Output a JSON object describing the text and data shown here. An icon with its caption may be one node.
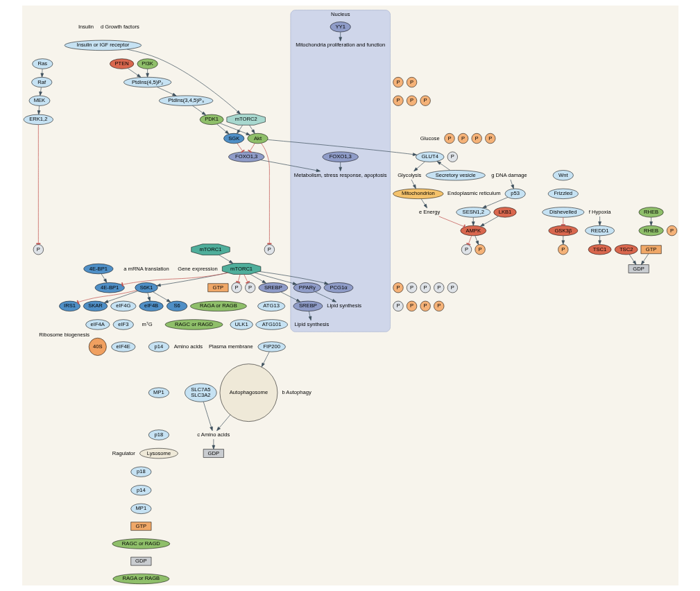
{
  "diagram": {
    "nodes": [
      {
        "text": [
          "Insulin or IGF receptor"
        ]
      },
      {
        "text": [
          "Ras"
        ]
      },
      {
        "text": [
          "Raf"
        ]
      },
      {
        "text": [
          "MEK"
        ]
      },
      {
        "text": [
          "ERK1,2"
        ]
      },
      {
        "text": [
          "IRS1"
        ]
      },
      {
        "text": [
          "P"
        ]
      },
      {
        "text": [
          "PI3K"
        ]
      },
      {
        "text": [
          "PtdIns(4,5)P₂"
        ]
      },
      {
        "text": [
          "P"
        ]
      },
      {
        "text": [
          "P"
        ]
      },
      {
        "text": [
          "PtdIns(3,4,5)P₃"
        ]
      },
      {
        "text": [
          "P"
        ]
      },
      {
        "text": [
          "P"
        ]
      },
      {
        "text": [
          "P"
        ]
      },
      {
        "text": [
          "PTEN"
        ]
      },
      {
        "text": [
          "mTORC2"
        ]
      },
      {
        "text": [
          "PDK1"
        ]
      },
      {
        "text": [
          "Akt"
        ]
      },
      {
        "text": [
          "P"
        ]
      },
      {
        "text": [
          "P"
        ]
      },
      {
        "text": [
          "SGK"
        ]
      },
      {
        "text": [
          "P"
        ]
      },
      {
        "text": [
          "P"
        ]
      },
      {
        "text": [
          "Wnt"
        ]
      },
      {
        "text": [
          "Frizzled"
        ]
      },
      {
        "text": [
          "Dishevelled"
        ]
      },
      {
        "text": [
          "GSK3β"
        ]
      },
      {
        "text": [
          "SLC7A5",
          "SLC3A2"
        ]
      },
      {
        "text": [
          "f Hypoxia"
        ]
      },
      {
        "text": [
          "REDD1"
        ]
      },
      {
        "text": [
          "TSC1"
        ]
      },
      {
        "text": [
          "TSC2"
        ]
      },
      {
        "text": [
          "P"
        ]
      },
      {
        "text": [
          "P"
        ]
      },
      {
        "text": [
          "P"
        ]
      },
      {
        "text": [
          "P"
        ]
      },
      {
        "text": [
          "mTORC1"
        ]
      },
      {
        "text": [
          "P"
        ]
      },
      {
        "text": [
          "mTORC1"
        ]
      },
      {
        "text": [
          "GTP"
        ]
      },
      {
        "text": [
          "RAGA or RAGB"
        ]
      },
      {
        "text": [
          "GDP"
        ]
      },
      {
        "text": [
          "RAGC or RAGD"
        ]
      },
      {
        "text": [
          "p14"
        ]
      },
      {
        "text": [
          "MP1"
        ]
      },
      {
        "text": [
          "p18"
        ]
      },
      {
        "text": [
          "RHEB"
        ]
      },
      {
        "text": [
          "GTP"
        ]
      },
      {
        "text": [
          "RHEB"
        ]
      },
      {
        "text": [
          "GDP"
        ]
      },
      {
        "text": [
          "Lysosome"
        ]
      },
      {
        "text": [
          "p18"
        ]
      },
      {
        "text": [
          "p14"
        ]
      },
      {
        "text": [
          "MP1"
        ]
      },
      {
        "text": [
          "GTP"
        ]
      },
      {
        "text": [
          "RAGC or RAGD"
        ]
      },
      {
        "text": [
          "GDP"
        ]
      },
      {
        "text": [
          "RAGA or RAGB"
        ]
      },
      {
        "text": [
          "LKB1"
        ]
      },
      {
        "text": [
          "AMPK"
        ]
      },
      {
        "text": [
          "P"
        ]
      },
      {
        "text": [
          "e Energy"
        ]
      },
      {
        "text": [
          "Mitochondrion"
        ]
      },
      {
        "text": [
          "GLUT4"
        ]
      },
      {
        "text": [
          "Secretory vesicle"
        ]
      },
      {
        "text": [
          "Glycolysis"
        ]
      },
      {
        "text": [
          "FOXO1,3"
        ]
      },
      {
        "text": [
          "P"
        ]
      },
      {
        "text": [
          "P"
        ]
      },
      {
        "text": [
          "P"
        ]
      },
      {
        "text": [
          "ATG13"
        ]
      },
      {
        "text": [
          "ULK1"
        ]
      },
      {
        "text": [
          "ATG101"
        ]
      },
      {
        "text": [
          "FIP200"
        ]
      },
      {
        "text": [
          "Autophagosome"
        ]
      },
      {
        "text": [
          "c Amino acids"
        ]
      },
      {
        "text": [
          "S6K1"
        ]
      },
      {
        "text": [
          "P"
        ]
      },
      {
        "text": [
          "SKAR"
        ]
      },
      {
        "text": [
          "P"
        ]
      },
      {
        "text": [
          "P"
        ]
      },
      {
        "text": [
          "P"
        ]
      },
      {
        "text": [
          "P"
        ]
      },
      {
        "text": [
          "P"
        ]
      },
      {
        "text": [
          "4E-BP1"
        ]
      },
      {
        "text": [
          "eIF4G"
        ]
      },
      {
        "text": [
          "eIF4B"
        ]
      },
      {
        "text": [
          "P"
        ]
      },
      {
        "text": [
          "eIF3"
        ]
      },
      {
        "text": [
          "eIF4A"
        ]
      },
      {
        "text": [
          "4E-BP1"
        ]
      },
      {
        "text": [
          "eIF4E"
        ]
      },
      {
        "text": [
          "40S"
        ],
        "beside": [
          "Ribosome biogenesis"
        ]
      },
      {
        "text": [
          "S6"
        ]
      },
      {
        "text": [
          "P"
        ]
      },
      {
        "text": [
          "SESN1,2"
        ]
      },
      {
        "text": [
          "p53"
        ]
      },
      {
        "text": [
          "g DNA damage"
        ]
      },
      {
        "text": [
          "SREBP"
        ]
      },
      {
        "text": [
          "Nucleus"
        ]
      },
      {
        "text": [
          "SREBP"
        ],
        "in": 100
      },
      {
        "text": [
          "Lipid synthesis"
        ],
        "in": 100
      },
      {
        "text": [
          "PPARγ"
        ],
        "in": 100
      },
      {
        "text": [
          "Lipid synthesis"
        ],
        "in": 100
      },
      {
        "text": [
          "FOXO1,3"
        ],
        "in": 100
      },
      {
        "text": [
          "Metabolism, stress response, apoptosis"
        ],
        "in": 100
      },
      {
        "text": [
          "PCG1α"
        ],
        "in": 100
      },
      {
        "text": [
          "YY1"
        ],
        "in": 100
      },
      {
        "text": [
          "Mitochondria proliferation and function"
        ],
        "in": 100
      }
    ],
    "edges": [
      {
        "from": 1,
        "to": 2,
        "arrow": "to"
      },
      {
        "from": 2,
        "to": 3,
        "arrow": "to"
      },
      {
        "from": 3,
        "to": 4,
        "arrow": "to"
      },
      {
        "from": 4,
        "to": 34,
        "arrow": "other",
        "color": "#c0504d"
      },
      {
        "from": 0,
        "to": 16,
        "arrow": "to"
      },
      {
        "from": 7,
        "to": 8,
        "arrow": "to"
      },
      {
        "from": 8,
        "to": 11,
        "arrow": "to"
      },
      {
        "from": 15,
        "to": 8,
        "arrow": "to"
      },
      {
        "from": 11,
        "to": 17,
        "arrow": "to"
      },
      {
        "from": 17,
        "to": 18,
        "arrow": "to"
      },
      {
        "from": 16,
        "to": 18,
        "arrow": "to"
      },
      {
        "from": 17,
        "to": 21,
        "arrow": "to"
      },
      {
        "from": 16,
        "to": 21,
        "arrow": "to"
      },
      {
        "from": 18,
        "to": 35,
        "arrow": "other",
        "color": "#c0504d"
      },
      {
        "from": 18,
        "to": 64,
        "arrow": "to"
      },
      {
        "from": 65,
        "to": 64,
        "arrow": "to"
      },
      {
        "from": 18,
        "to": 67,
        "arrow": "other",
        "color": "#c0504d"
      },
      {
        "from": 21,
        "to": 67,
        "arrow": "other",
        "color": "#c0504d"
      },
      {
        "from": 60,
        "to": 36,
        "arrow": "to"
      },
      {
        "from": 59,
        "to": 60,
        "arrow": "to"
      },
      {
        "from": 62,
        "to": 60,
        "arrow": "other",
        "color": "#c0504d"
      },
      {
        "from": 63,
        "to": 62,
        "arrow": "to"
      },
      {
        "from": 64,
        "to": 66,
        "arrow": "to"
      },
      {
        "from": 66,
        "to": 63,
        "arrow": "to"
      },
      {
        "from": 60,
        "to": 38,
        "arrow": "other",
        "color": "#c0504d"
      },
      {
        "from": 96,
        "to": 60,
        "arrow": "to"
      },
      {
        "from": 97,
        "to": 96,
        "arrow": "to"
      },
      {
        "from": 98,
        "to": 97,
        "arrow": "to"
      },
      {
        "from": 29,
        "to": 30,
        "arrow": "to"
      },
      {
        "from": 30,
        "to": 31,
        "arrow": "to"
      },
      {
        "from": 27,
        "to": 33,
        "arrow": "to"
      },
      {
        "from": 26,
        "to": 27,
        "arrow": "other",
        "color": "#c0504d"
      },
      {
        "from": 77,
        "to": 5,
        "arrow": "other",
        "color": "#c0504d"
      },
      {
        "from": 32,
        "to": 50,
        "arrow": "to"
      },
      {
        "from": 48,
        "to": 50,
        "arrow": "to"
      },
      {
        "from": 49,
        "to": 47,
        "arrow": "to"
      },
      {
        "from": 37,
        "to": 39,
        "arrow": "to"
      },
      {
        "from": 28,
        "to": 76,
        "arrow": "to"
      },
      {
        "from": 75,
        "to": 76,
        "arrow": "to"
      },
      {
        "from": 74,
        "to": 75,
        "arrow": "to"
      },
      {
        "from": 76,
        "to": 42,
        "arrow": "to"
      },
      {
        "from": 39,
        "to": 69,
        "arrow": "other",
        "color": "#c0504d"
      },
      {
        "from": 39,
        "to": 70,
        "arrow": "other",
        "color": "#c0504d"
      },
      {
        "from": 39,
        "to": 85,
        "arrow": "other",
        "color": "#c0504d"
      },
      {
        "from": 39,
        "to": 77,
        "arrow": "to"
      },
      {
        "from": 39,
        "to": 99,
        "arrow": "to"
      },
      {
        "from": 39,
        "to": 103,
        "arrow": "to"
      },
      {
        "from": 39,
        "to": 107,
        "arrow": "to"
      },
      {
        "from": 67,
        "to": 106,
        "arrow": "to"
      },
      {
        "from": 77,
        "to": 79,
        "arrow": "to"
      },
      {
        "from": 77,
        "to": 87,
        "arrow": "to"
      },
      {
        "from": 77,
        "to": 94,
        "arrow": "to"
      },
      {
        "from": 91,
        "to": 85,
        "arrow": "to"
      },
      {
        "from": 99,
        "to": 101,
        "arrow": "to"
      },
      {
        "from": 101,
        "to": 102,
        "arrow": "to"
      },
      {
        "from": 103,
        "to": 104,
        "arrow": "to"
      },
      {
        "from": 105,
        "to": 106,
        "arrow": "to"
      },
      {
        "from": 108,
        "to": 109,
        "arrow": "to"
      }
    ],
    "labels": [
      "d Growth factors",
      "Insulin",
      "Amino acids",
      "Plasma membrane",
      "Glucose",
      "b Autophagy",
      "Ragulator",
      "a mRNA translation",
      "m⁷G",
      "Gene expression",
      "Endoplasmic reticulum"
    ]
  }
}
